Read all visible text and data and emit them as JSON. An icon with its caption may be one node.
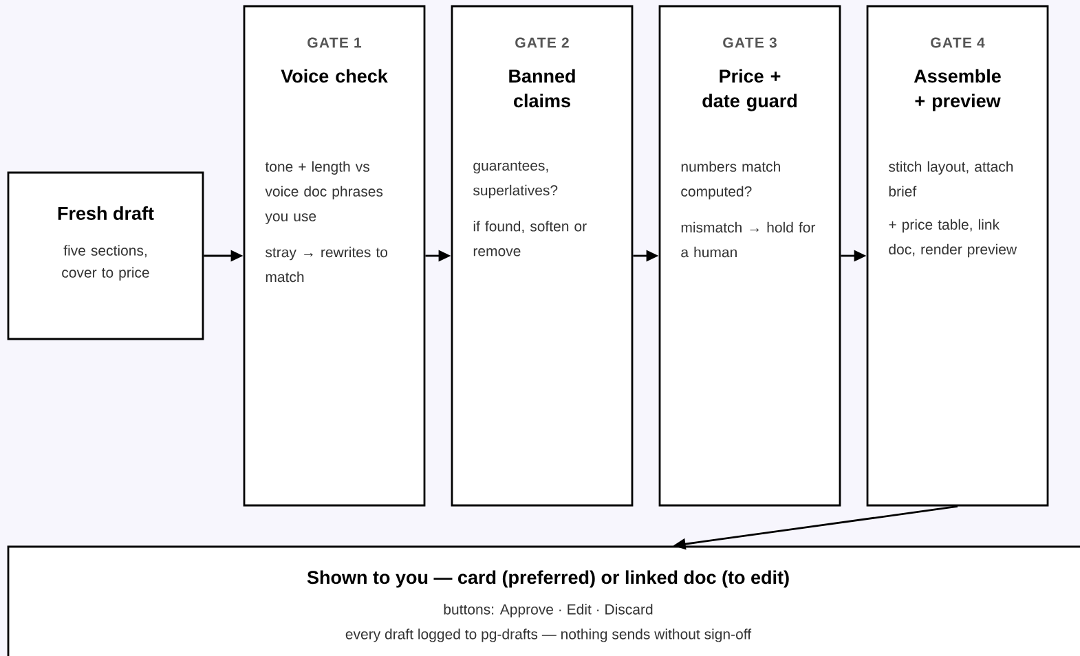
{
  "diagram": {
    "nodes": [
      {
        "text": [
          "Fresh draft",
          "five sections, cover to price"
        ]
      },
      {
        "text": [
          "GATE 1",
          "Voice check",
          "tone + length vs voice doc phrases you use",
          "stray → rewrites to match"
        ]
      },
      {
        "text": [
          "GATE 2",
          "Banned claims",
          "guarantees, superlatives?",
          "if found, soften or remove"
        ]
      },
      {
        "text": [
          "GATE 3",
          "Price + date guard",
          "numbers match computed?",
          "mismatch → hold for a human"
        ]
      },
      {
        "text": [
          "GATE 4",
          "Assemble + preview",
          "stitch layout, attach brief",
          "+ price table, link doc, render preview"
        ]
      },
      {
        "text": [
          "Shown to you — card (preferred) or linked doc (to edit)",
          "buttons: Approve · Edit · Discard",
          "every draft logged to pg-drafts — nothing sends without sign-off"
        ]
      }
    ],
    "edges": [
      {
        "from": 0,
        "to": 1,
        "arrow": "to"
      },
      {
        "from": 1,
        "to": 2,
        "arrow": "to"
      },
      {
        "from": 2,
        "to": 3,
        "arrow": "to"
      },
      {
        "from": 3,
        "to": 4,
        "arrow": "to"
      },
      {
        "from": 4,
        "to": 5,
        "arrow": "to"
      }
    ]
  }
}
